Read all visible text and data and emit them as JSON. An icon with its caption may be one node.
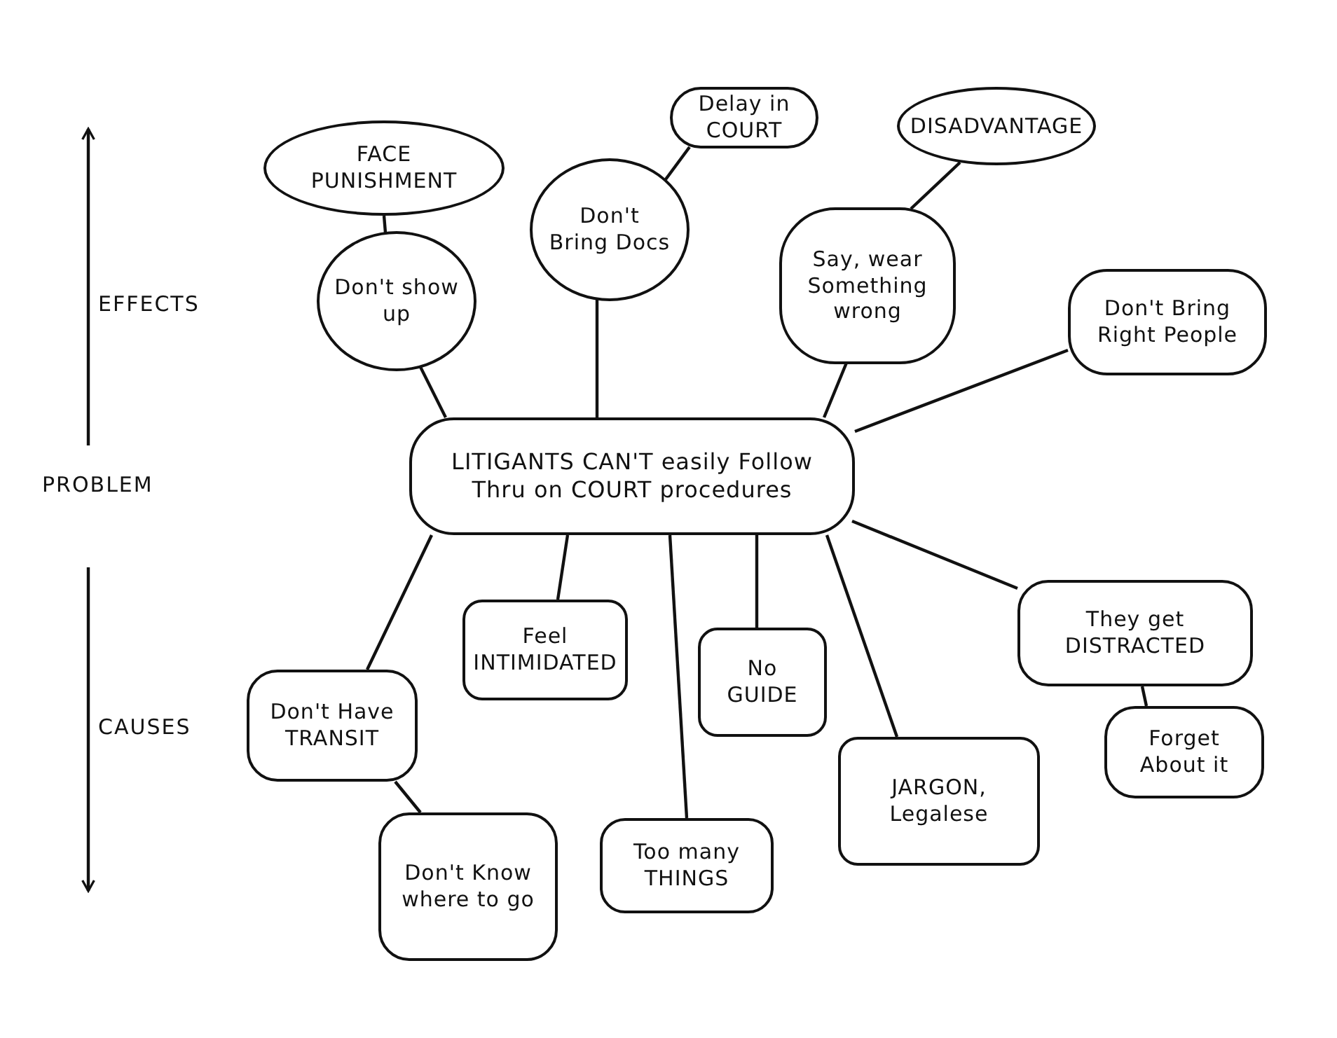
{
  "diagram": {
    "nodes": [
      {
        "text": [
          "LITIGANTS CAN'T easily Follow Thru on COURT procedures"
        ]
      },
      {
        "text": [
          "FACE PUNISHMENT"
        ]
      },
      {
        "text": [
          "Don't show up"
        ]
      },
      {
        "text": [
          "Delay in COURT"
        ]
      },
      {
        "text": [
          "Don't Bring Docs"
        ]
      },
      {
        "text": [
          "DISADVANTAGE"
        ]
      },
      {
        "text": [
          "Say, wear Something wrong"
        ]
      },
      {
        "text": [
          "Don't Bring Right People"
        ]
      },
      {
        "text": [
          "Feel INTIMIDATED"
        ]
      },
      {
        "text": [
          "No GUIDE"
        ]
      },
      {
        "text": [
          "Don't Have TRANSIT"
        ]
      },
      {
        "text": [
          "Don't Know where to go"
        ]
      },
      {
        "text": [
          "Too many THINGS"
        ]
      },
      {
        "text": [
          "JARGON, Legalese"
        ]
      },
      {
        "text": [
          "They get DISTRACTED"
        ]
      },
      {
        "text": [
          "Forget About it"
        ]
      }
    ],
    "edges": [
      {
        "from": 0,
        "to": 2,
        "arrow": "none"
      },
      {
        "from": 2,
        "to": 1,
        "arrow": "none"
      },
      {
        "from": 0,
        "to": 4,
        "arrow": "none"
      },
      {
        "from": 4,
        "to": 3,
        "arrow": "none"
      },
      {
        "from": 0,
        "to": 6,
        "arrow": "none"
      },
      {
        "from": 6,
        "to": 5,
        "arrow": "none"
      },
      {
        "from": 0,
        "to": 7,
        "arrow": "none"
      },
      {
        "from": 0,
        "to": 10,
        "arrow": "none"
      },
      {
        "from": 10,
        "to": 11,
        "arrow": "none"
      },
      {
        "from": 0,
        "to": 8,
        "arrow": "none"
      },
      {
        "from": 0,
        "to": 12,
        "arrow": "none"
      },
      {
        "from": 0,
        "to": 9,
        "arrow": "none"
      },
      {
        "from": 0,
        "to": 13,
        "arrow": "none"
      },
      {
        "from": 0,
        "to": 14,
        "arrow": "none"
      },
      {
        "from": 14,
        "to": 15,
        "arrow": "none"
      }
    ],
    "labels": [
      "EFFECTS",
      "PROBLEM",
      "CAUSES"
    ]
  }
}
